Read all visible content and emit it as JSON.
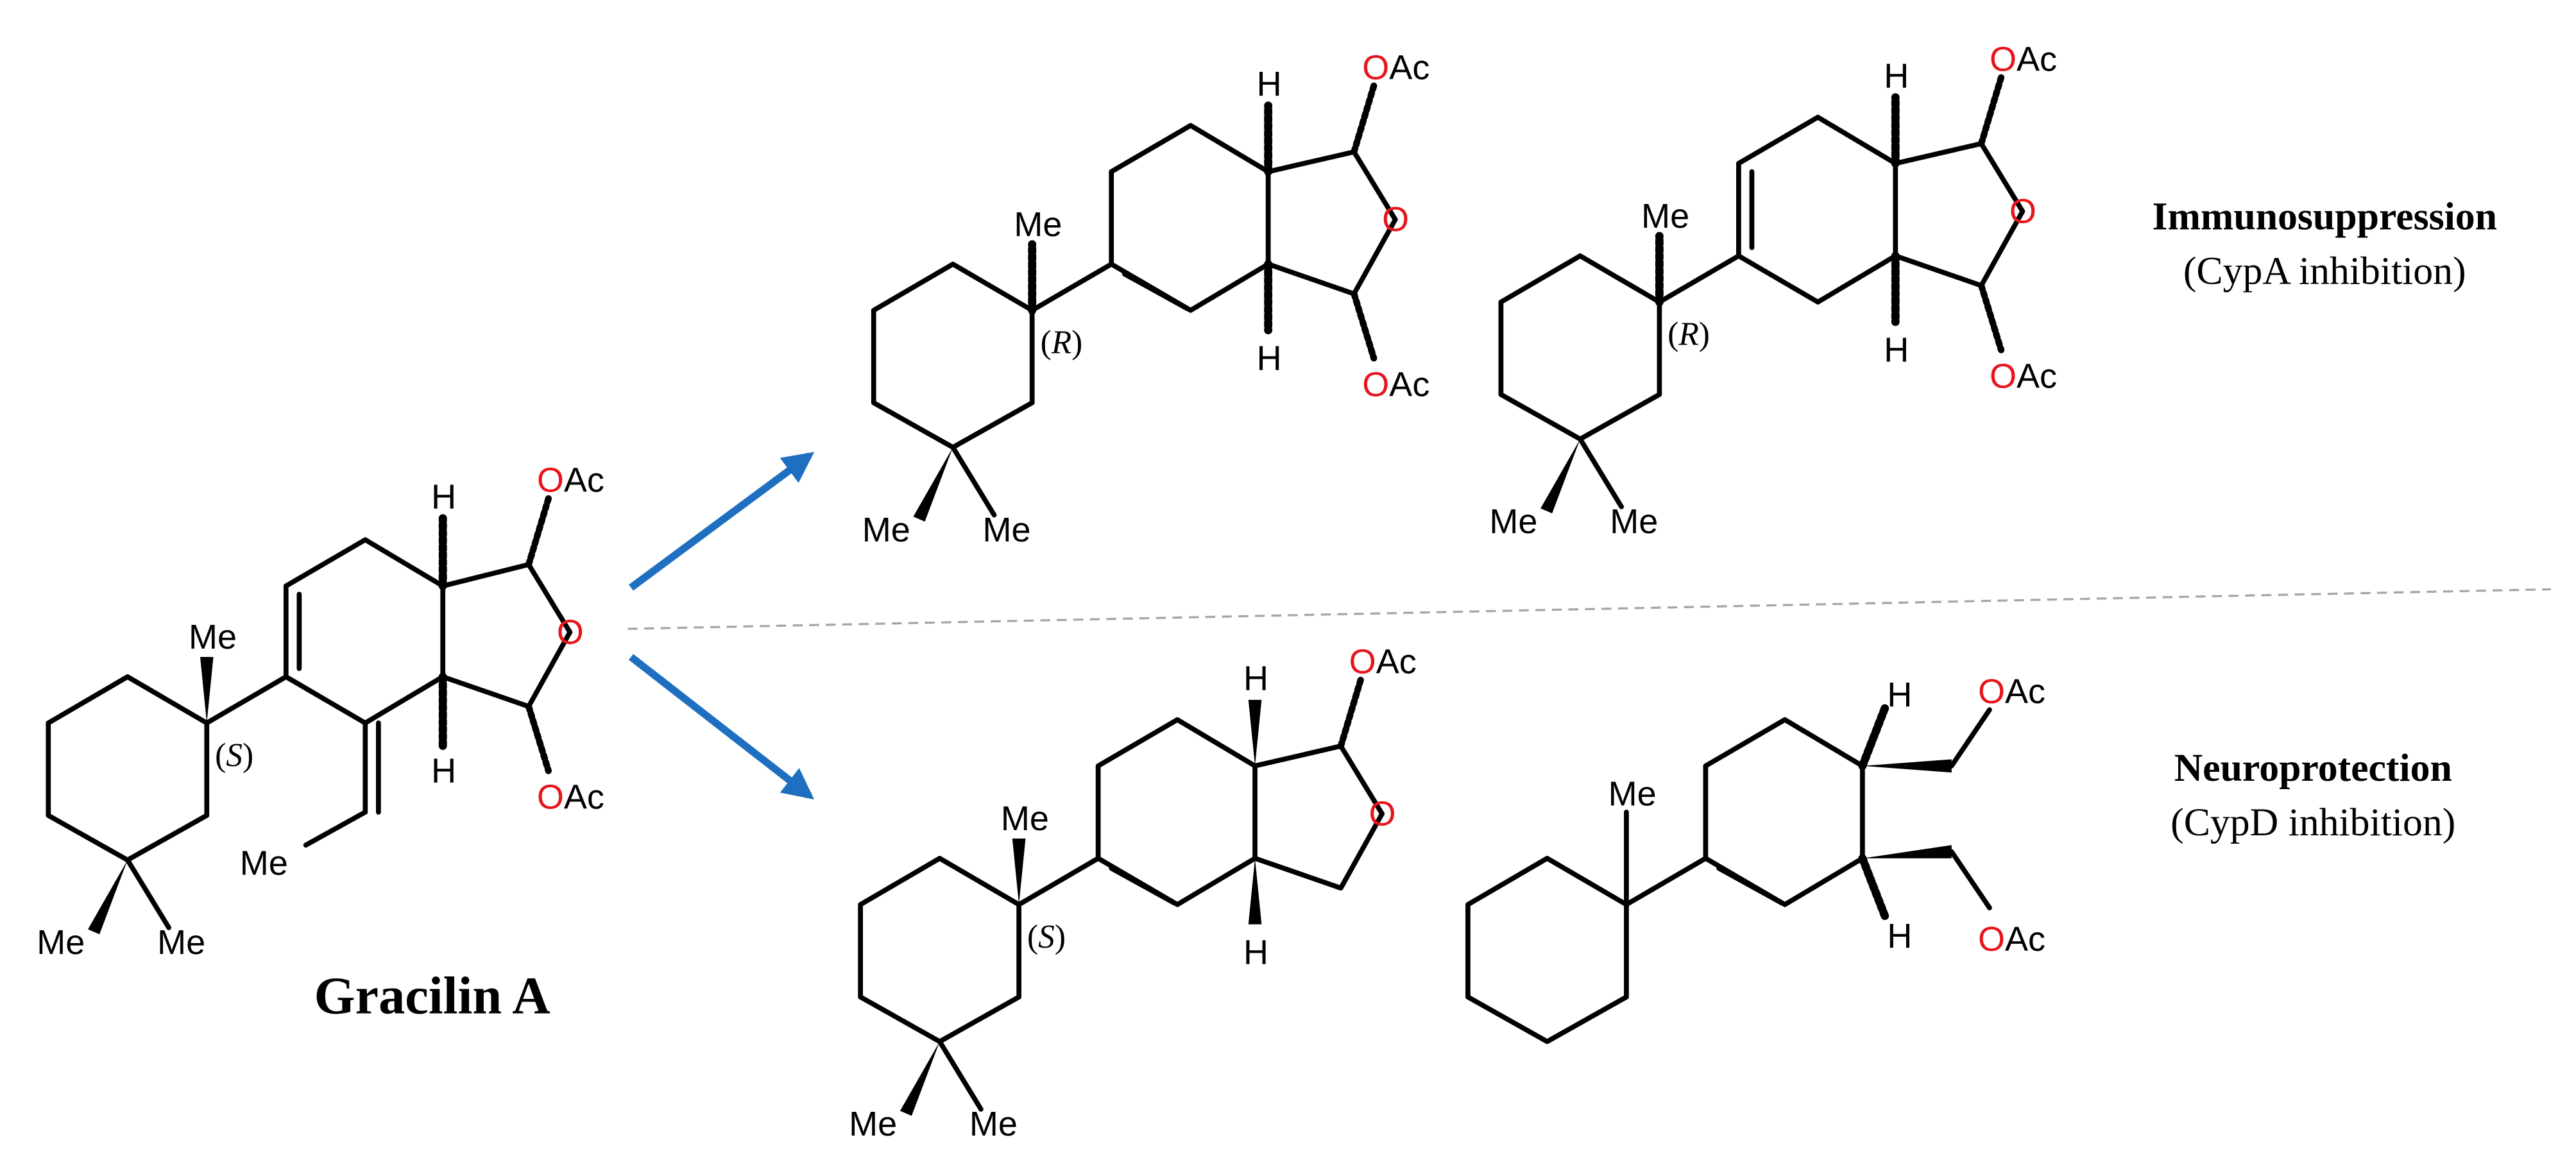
{
  "colors": {
    "bond": "#000000",
    "oxygen": "#e8141c",
    "arrow": "#1f6fc1",
    "divider": "#a6a6a6"
  },
  "labels": {
    "main_compound": "Gracilin A",
    "category_top": "Immunosuppression",
    "category_top_sub": "(CypA inhibition)",
    "category_bottom": "Neuroprotection",
    "category_bottom_sub": "(CypD inhibition)"
  },
  "atoms": {
    "o": "O",
    "ac": "Ac",
    "h": "H",
    "me": "Me",
    "s": "S",
    "r": "R",
    "p_open": "(",
    "p_close": ")"
  }
}
